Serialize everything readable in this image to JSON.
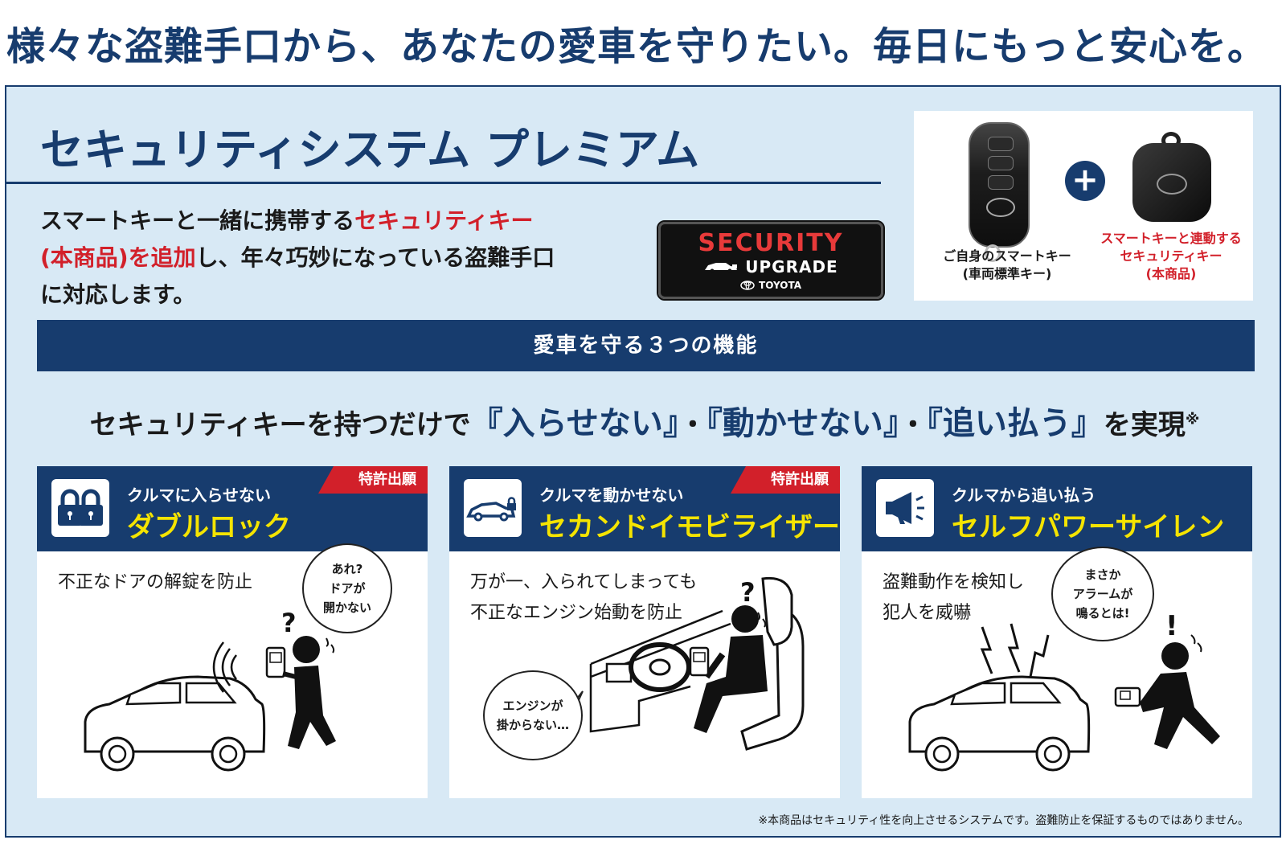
{
  "headline": "様々な盗難手口から、あなたの愛車を守りたい。毎日にもっと安心を。",
  "product": {
    "title": "セキュリティシステム プレミアム",
    "intro_a": "スマートキーと一緒に携帯する",
    "intro_red_1": "セキュリティキー",
    "intro_red_2": "(本商品)を追加",
    "intro_b": "し、年々巧妙になっている盗難手口",
    "intro_c": "に対応します。"
  },
  "badge": {
    "line1": "SECURITY",
    "line2": "UPGRADE",
    "brand": "TOYOTA"
  },
  "keys": {
    "left_caption_1": "ご自身のスマートキー",
    "left_caption_2": "(車両標準キー)",
    "plus": "+",
    "right_caption_1": "スマートキーと連動する",
    "right_caption_2": "セキュリティキー",
    "right_caption_3": "(本商品)"
  },
  "functions_bar": "愛車を守る３つの機能",
  "tagline": {
    "pre": "セキュリティキーを持つだけで",
    "h1": "『入らせない』",
    "dot1": "・",
    "h2": "『動かせない』",
    "dot2": "・",
    "h3": "『追い払う』",
    "post": "を実現",
    "mark": "※"
  },
  "cards": [
    {
      "sub": "クルマに入らせない",
      "name": "ダブルロック",
      "patent": "特許出願",
      "desc_1": "不正なドアの解錠を防止",
      "desc_2": "",
      "bubble_1": "あれ?",
      "bubble_2": "ドアが",
      "bubble_3": "開かない"
    },
    {
      "sub": "クルマを動かせない",
      "name": "セカンドイモビライザー",
      "patent": "特許出願",
      "desc_1": "万が一、入られてしまっても",
      "desc_2": "不正なエンジン始動を防止",
      "bubble_1": "エンジンが",
      "bubble_2": "掛からない…"
    },
    {
      "sub": "クルマから追い払う",
      "name": "セルフパワーサイレン",
      "desc_1": "盗難動作を検知し",
      "desc_2": "犯人を威嚇",
      "bubble_1": "まさか",
      "bubble_2": "アラームが",
      "bubble_3": "鳴るとは!"
    }
  ],
  "footnote": "※本商品はセキュリティ性を向上させるシステムです。盗難防止を保証するものではありません。",
  "colors": {
    "navy": "#173c6e",
    "panel": "#d8e9f5",
    "red": "#d2202a",
    "yellow": "#f5e400"
  },
  "icons": [
    "padlock-pair-icon",
    "car-lock-icon",
    "megaphone-icon",
    "toyota-logo-icon",
    "plus-icon"
  ]
}
